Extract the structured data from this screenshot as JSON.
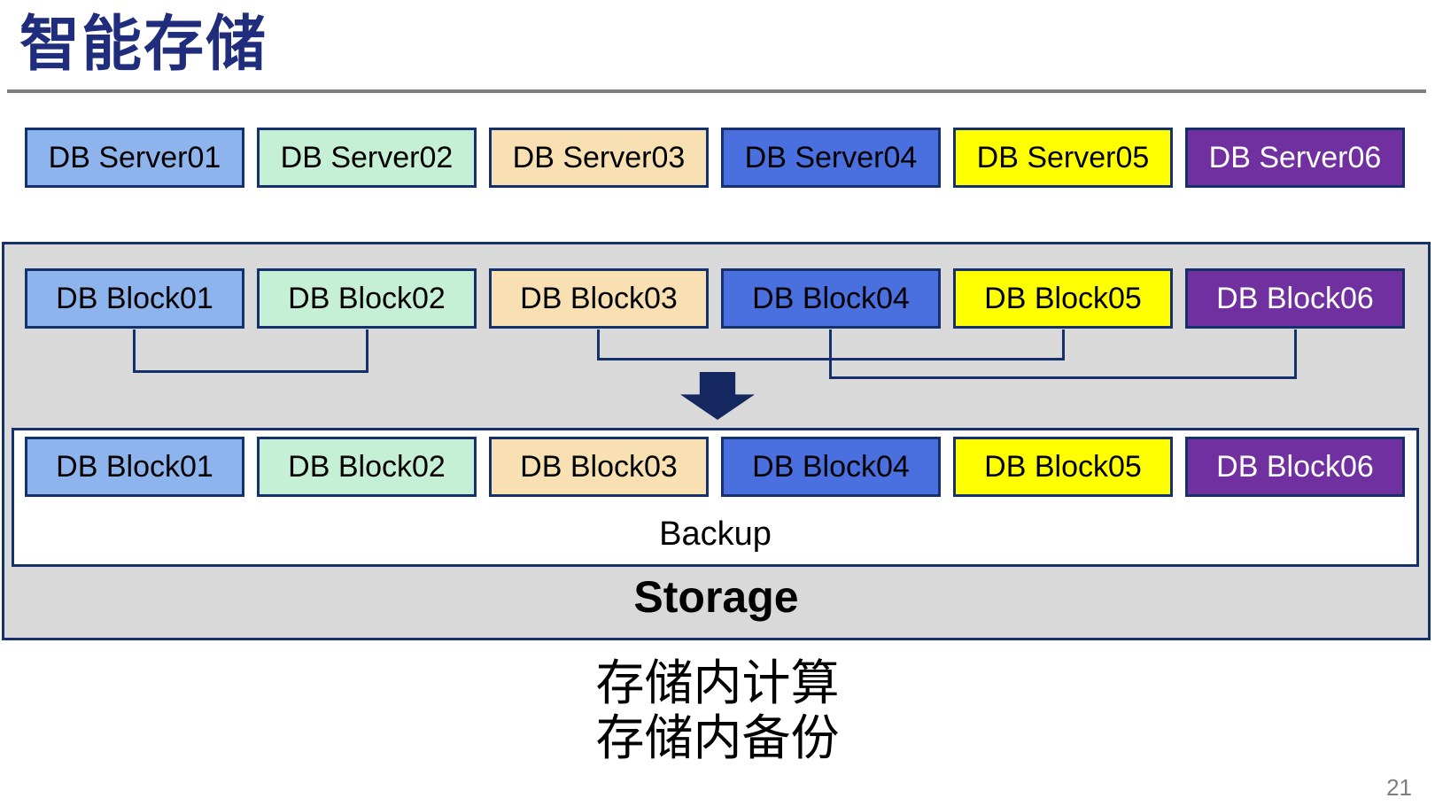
{
  "slide": {
    "title": "智能存储",
    "caption_line1": "存储内计算",
    "caption_line2": "存储内备份",
    "page_number": "21"
  },
  "colors": {
    "title_text": "#1f2d7c",
    "navy_line": "#16306b",
    "arrow": "#14285f",
    "storage_fill": "#d9d9d9",
    "divider": "#808080",
    "page_number": "#7f7f7f"
  },
  "servers": [
    {
      "label": "DB Server01",
      "fill": "#8eb4ee",
      "text": "#000000"
    },
    {
      "label": "DB Server02",
      "fill": "#c6f0d6",
      "text": "#000000"
    },
    {
      "label": "DB Server03",
      "fill": "#f8e0b2",
      "text": "#000000"
    },
    {
      "label": "DB Server04",
      "fill": "#4a70e0",
      "text": "#000000"
    },
    {
      "label": "DB Server05",
      "fill": "#ffff00",
      "text": "#000000"
    },
    {
      "label": "DB Server06",
      "fill": "#7030a0",
      "text": "#ffffff"
    }
  ],
  "blocks_top": [
    {
      "label": "DB Block01",
      "fill": "#8eb4ee",
      "text": "#000000"
    },
    {
      "label": "DB Block02",
      "fill": "#c6f0d6",
      "text": "#000000"
    },
    {
      "label": "DB Block03",
      "fill": "#f8e0b2",
      "text": "#000000"
    },
    {
      "label": "DB Block04",
      "fill": "#4a70e0",
      "text": "#000000"
    },
    {
      "label": "DB Block05",
      "fill": "#ffff00",
      "text": "#000000"
    },
    {
      "label": "DB Block06",
      "fill": "#7030a0",
      "text": "#ffffff"
    }
  ],
  "blocks_bottom": [
    {
      "label": "DB Block01",
      "fill": "#8eb4ee",
      "text": "#000000"
    },
    {
      "label": "DB Block02",
      "fill": "#c6f0d6",
      "text": "#000000"
    },
    {
      "label": "DB Block03",
      "fill": "#f8e0b2",
      "text": "#000000"
    },
    {
      "label": "DB Block04",
      "fill": "#4a70e0",
      "text": "#000000"
    },
    {
      "label": "DB Block05",
      "fill": "#ffff00",
      "text": "#000000"
    },
    {
      "label": "DB Block06",
      "fill": "#7030a0",
      "text": "#ffffff"
    }
  ],
  "storage": {
    "backup_label": "Backup",
    "storage_label": "Storage"
  }
}
